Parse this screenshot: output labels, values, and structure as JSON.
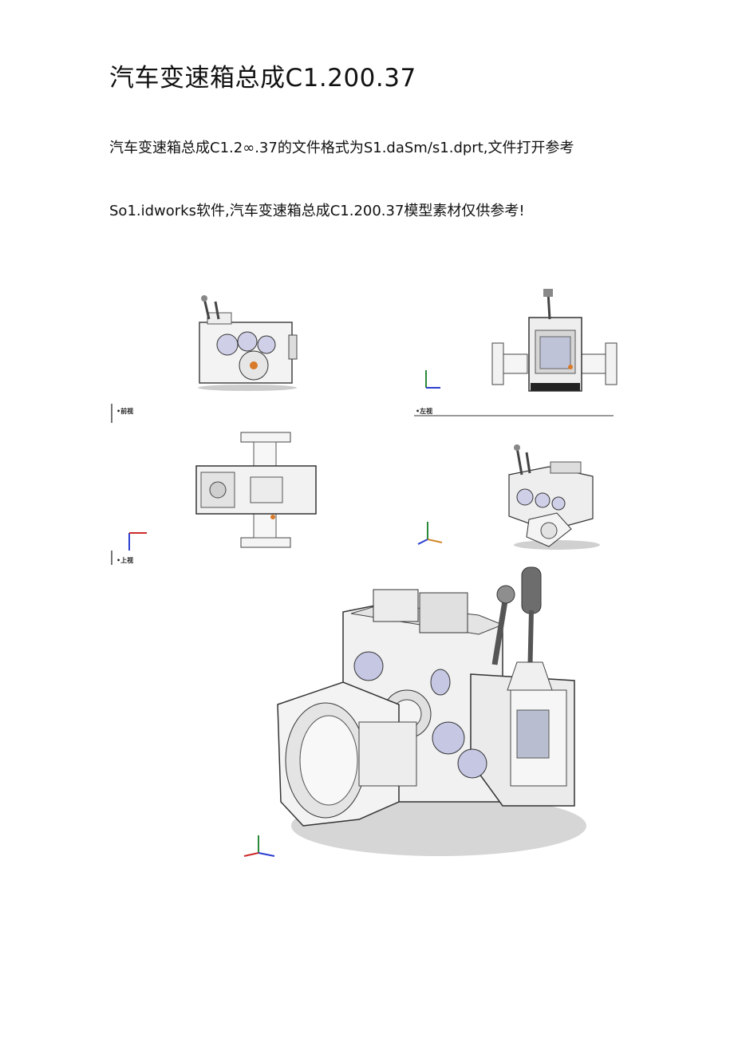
{
  "document": {
    "title": "汽车变速箱总成C1.200.37",
    "paragraph1": "汽车变速箱总成C1.2∞.37的文件格式为S1.daSm∕s1.dprt,文件打开参考",
    "paragraph2": "So1.idworks软件,汽车变速箱总成C1.200.37模型素材仅供参考!"
  },
  "views": {
    "front_label": "•前视",
    "left_label": "•左视",
    "top_label": "•上视"
  }
}
